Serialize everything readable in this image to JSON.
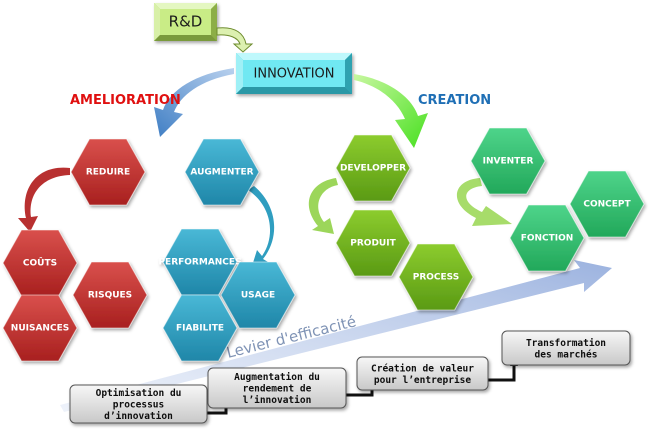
{
  "top": {
    "rd_label": "R&D",
    "innovation_label": "INNOVATION"
  },
  "sections": {
    "amelioration": {
      "title": "AMELIORATION",
      "color": "#e01010"
    },
    "creation": {
      "title": "CREATION",
      "color": "#1f6fb5"
    }
  },
  "hexagons": {
    "reduire": "REDUIRE",
    "couts": "COÛTS",
    "risques": "RISQUES",
    "nuisances": "NUISANCES",
    "augmenter": "AUGMENTER",
    "performances": "PERFORMANCES",
    "usage": "USAGE",
    "fiabilite": "FIABILITE",
    "developper": "DEVELOPPER",
    "produit": "PRODUIT",
    "process": "PROCESS",
    "inventer": "INVENTER",
    "fonction": "FONCTION",
    "concept": "CONCEPT"
  },
  "colors": {
    "red": "#c0302f",
    "blue": "#2f9ec0",
    "lime": "#6fb51f",
    "teal": "#2fc070",
    "rd_box": "#c9ec86",
    "innovation_box": "#6fe8f2",
    "lever_arrow": "#a9bde3"
  },
  "lever": {
    "label": "Levier d'efficacité"
  },
  "steps": [
    {
      "lines": [
        "Optimisation du",
        "processus",
        "d’innovation"
      ]
    },
    {
      "lines": [
        "Augmentation du",
        "rendement de",
        "l’innovation"
      ]
    },
    {
      "lines": [
        "Création de valeur",
        "pour l’entreprise"
      ]
    },
    {
      "lines": [
        "Transformation",
        "des marchés"
      ]
    }
  ]
}
